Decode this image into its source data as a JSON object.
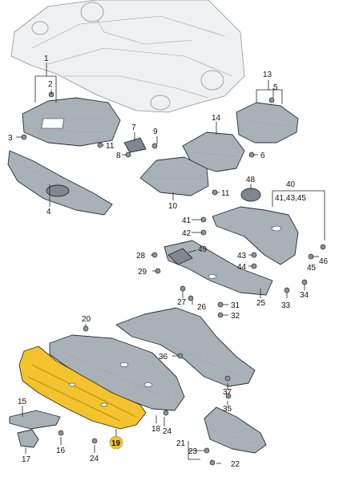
{
  "callouts": [
    {
      "id": "c1",
      "label": "1"
    },
    {
      "id": "c2",
      "label": "2"
    },
    {
      "id": "c3",
      "label": "3"
    },
    {
      "id": "c4",
      "label": "4"
    },
    {
      "id": "c5",
      "label": "5"
    },
    {
      "id": "c6",
      "label": "6"
    },
    {
      "id": "c7",
      "label": "7"
    },
    {
      "id": "c8",
      "label": "8"
    },
    {
      "id": "c9",
      "label": "9"
    },
    {
      "id": "c10",
      "label": "10"
    },
    {
      "id": "c11a",
      "label": "11"
    },
    {
      "id": "c11b",
      "label": "11"
    },
    {
      "id": "c13",
      "label": "13"
    },
    {
      "id": "c14",
      "label": "14"
    },
    {
      "id": "c15",
      "label": "15"
    },
    {
      "id": "c16",
      "label": "16"
    },
    {
      "id": "c17",
      "label": "17"
    },
    {
      "id": "c18",
      "label": "18"
    },
    {
      "id": "c19",
      "label": "19"
    },
    {
      "id": "c20",
      "label": "20"
    },
    {
      "id": "c21",
      "label": "21"
    },
    {
      "id": "c22",
      "label": "22"
    },
    {
      "id": "c23",
      "label": "23"
    },
    {
      "id": "c24a",
      "label": "24"
    },
    {
      "id": "c24b",
      "label": "24"
    },
    {
      "id": "c25",
      "label": "25"
    },
    {
      "id": "c26",
      "label": "26"
    },
    {
      "id": "c27",
      "label": "27"
    },
    {
      "id": "c28",
      "label": "28"
    },
    {
      "id": "c29",
      "label": "29"
    },
    {
      "id": "c31",
      "label": "31"
    },
    {
      "id": "c32",
      "label": "32"
    },
    {
      "id": "c33",
      "label": "33"
    },
    {
      "id": "c34",
      "label": "34"
    },
    {
      "id": "c35",
      "label": "35"
    },
    {
      "id": "c36",
      "label": "36"
    },
    {
      "id": "c37",
      "label": "37"
    },
    {
      "id": "c40",
      "label": "40"
    },
    {
      "id": "c41",
      "label": "41,43,45"
    },
    {
      "id": "c41b",
      "label": "41"
    },
    {
      "id": "c42",
      "label": "42"
    },
    {
      "id": "c43",
      "label": "43"
    },
    {
      "id": "c44",
      "label": "44"
    },
    {
      "id": "c45",
      "label": "45"
    },
    {
      "id": "c46",
      "label": "46"
    },
    {
      "id": "c48",
      "label": "48"
    },
    {
      "id": "c49",
      "label": "49"
    }
  ],
  "highlighted_part": "19",
  "colors": {
    "highlight": "#f2c32c",
    "part": "#a9b1b8",
    "outline": "#2a2d30",
    "background": "#ffffff"
  }
}
